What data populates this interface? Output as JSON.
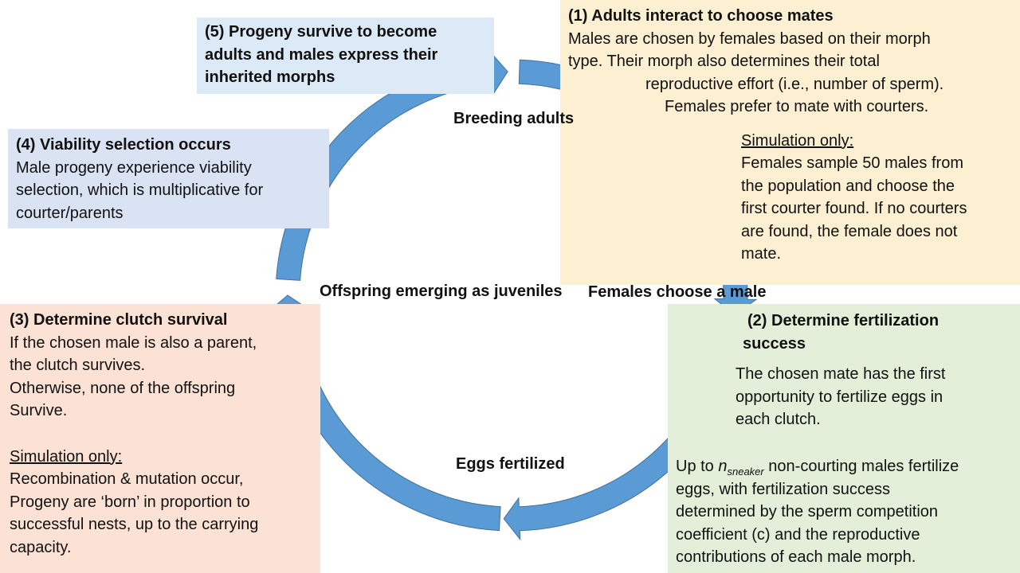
{
  "cycle_labels": {
    "breeding_adults": "Breeding adults",
    "females_line1": "Females",
    "females_line2": "choose a male",
    "eggs_fertilized": "Eggs fertilized",
    "offspring_line1": "Offspring emerging",
    "offspring_line2": "as juveniles"
  },
  "box1": {
    "title": "(1) Adults interact to choose mates",
    "lines": [
      "Males are chosen by females based on their morph",
      "type. Their morph also determines their total",
      "reproductive effort (i.e., number of sperm).",
      "Females prefer to mate with courters."
    ],
    "sim_heading": "Simulation only:",
    "sim_lines": [
      "Females sample 50 males from",
      "the population and choose the",
      "first courter found. If no courters",
      "are found, the female does not",
      "mate."
    ]
  },
  "box2": {
    "title_line1": "(2) Determine fertilization",
    "title_line2": "success",
    "lines": [
      "The chosen mate has the first",
      "opportunity to fertilize eggs in",
      "each clutch."
    ],
    "up_to": "Up to ",
    "n_symbol": "n",
    "n_subscript": "sneaker",
    "line_rest": " non-courting males fertilize",
    "more_lines": [
      "eggs, with fertilization success",
      "determined by the sperm competition",
      "coefficient (c) and the reproductive",
      "contributions of each male morph."
    ]
  },
  "box3": {
    "title": "(3) Determine clutch survival",
    "lines": [
      "If the chosen male is also a parent,",
      "the clutch survives.",
      "Otherwise, none of the offspring",
      "Survive."
    ],
    "sim_heading": "Simulation only:",
    "sim_lines": [
      "Recombination & mutation occur,",
      "Progeny are ‘born’ in proportion to",
      "successful nests, up to the carrying",
      "capacity."
    ]
  },
  "box4": {
    "title": "(4) Viability selection occurs",
    "lines": [
      "Male progeny experience viability",
      "selection, which is multiplicative for",
      "courter/parents"
    ]
  },
  "box5": {
    "lines": [
      "(5) Progeny survive to become",
      "adults and males express their",
      "inherited morphs"
    ]
  },
  "colors": {
    "arrow": "#5b9bd5",
    "arrow_stroke": "#41719c",
    "box1": "#fdefd1",
    "box2": "#e4efd9",
    "box3": "#fbe2d5",
    "box4": "#dae3f3",
    "box5": "#dce9f6"
  }
}
